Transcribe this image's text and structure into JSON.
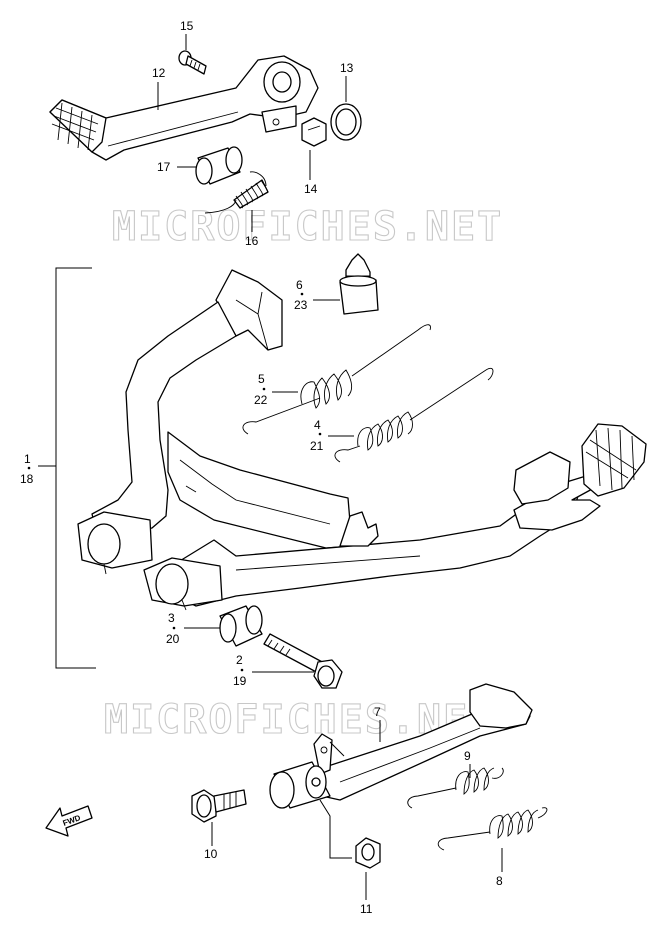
{
  "watermarks": [
    "MICROFICHES.NET",
    "MICROFICHES.NET"
  ],
  "fwd_label": "FWD",
  "labels": {
    "l15": "15",
    "l12": "12",
    "l13": "13",
    "l17": "17",
    "l14": "14",
    "l16": "16",
    "l6": "6",
    "l23": "23",
    "l5": "5",
    "l22": "22",
    "l4": "4",
    "l21": "21",
    "l1": "1",
    "l18": "18",
    "l3": "3",
    "l20": "20",
    "l2": "2",
    "l19": "19",
    "l7": "7",
    "l9": "9",
    "l10": "10",
    "l8": "8",
    "l11": "11"
  }
}
